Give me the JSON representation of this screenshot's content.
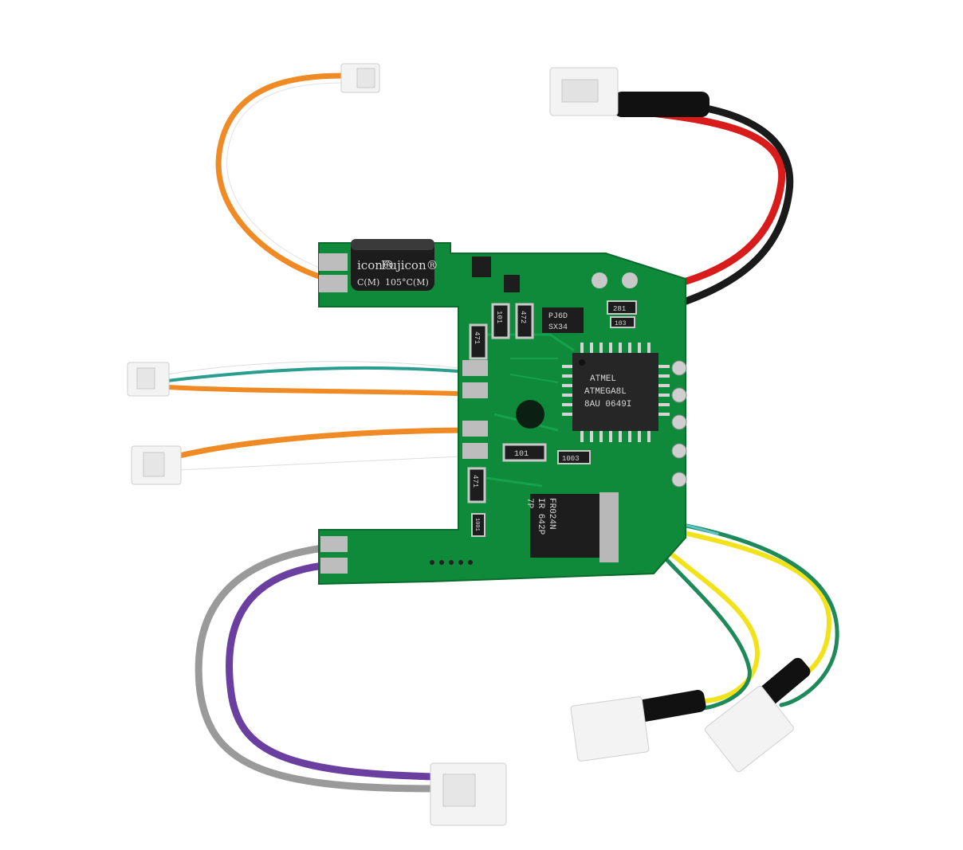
{
  "image": {
    "subject": "Circuit board (PCB) with attached wire harnesses and connectors",
    "background": "#ffffff",
    "pcb_color": "#0e8a3a"
  },
  "components": {
    "capacitor": {
      "brand": "Fujicon",
      "brand_left": "icon®",
      "brand_right": "Fujicon®",
      "rating_left": "C(M)",
      "rating_right": "105°C(M)"
    },
    "microcontroller": {
      "logo": "ATMEL",
      "line1": "ATMEGA8L",
      "line2": "8AU 0649I"
    },
    "regulator": {
      "line1": "FR024N",
      "line2": "IR 642P",
      "line3": "7P"
    },
    "diode": {
      "line1": "PJ6D",
      "line2": "SX34"
    },
    "resistors": {
      "r_101_top": "101",
      "r_472": "472",
      "r_471_top": "471",
      "r_281": "281",
      "r_103": "103",
      "r_101_mid": "101",
      "r_1003": "1003",
      "r_471_bottom": "471",
      "r_1001": "1001"
    }
  },
  "wires": [
    {
      "id": "top-left",
      "colors": [
        "#f08a24",
        "#ffffff"
      ]
    },
    {
      "id": "top-right",
      "colors": [
        "#d81b1b",
        "#1a1a1a"
      ]
    },
    {
      "id": "mid-left-1",
      "colors": [
        "#2a9d8f",
        "#ffffff",
        "#f08a24"
      ]
    },
    {
      "id": "mid-left-2",
      "colors": [
        "#f08a24",
        "#ffffff"
      ]
    },
    {
      "id": "bottom-left",
      "colors": [
        "#9a9a9a",
        "#6a3fa0"
      ]
    },
    {
      "id": "bottom-right",
      "colors": [
        "#f2e21a",
        "#1e8a5a"
      ]
    }
  ]
}
